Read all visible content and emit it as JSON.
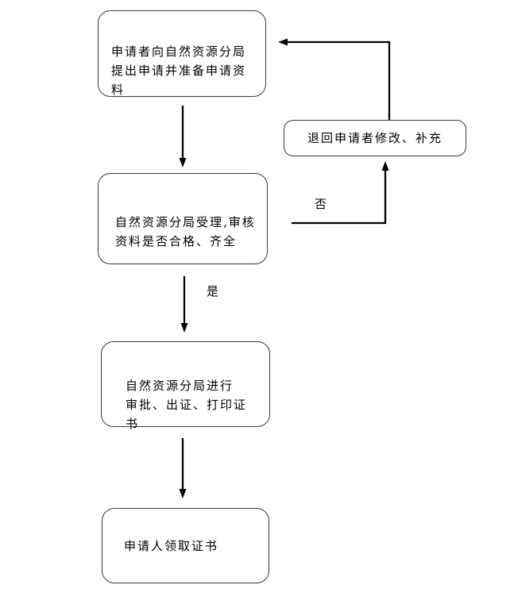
{
  "diagram": {
    "type": "flowchart",
    "background": "#ffffff",
    "line_color": "#000000",
    "nodes": {
      "apply": {
        "label": "申请者向自然资源分局\n提出申请并准备申请资\n料",
        "shape": "rounded-rectangle"
      },
      "return": {
        "label": "退回申请者修改、补充",
        "shape": "rounded-rectangle"
      },
      "review": {
        "label": "自然资源分局受理,审核\n资料是否合格、齐全",
        "shape": "rounded-rectangle"
      },
      "approve": {
        "label": "自然资源分局进行\n审批、出证、打印证\n书",
        "shape": "rounded-rectangle"
      },
      "receive": {
        "label": "申请人领取证书",
        "shape": "rounded-rectangle"
      }
    },
    "edge_labels": {
      "no": "否",
      "yes": "是"
    },
    "edges": [
      {
        "from": "apply",
        "to": "review",
        "label": ""
      },
      {
        "from": "review",
        "to": "return",
        "label": "否"
      },
      {
        "from": "return",
        "to": "apply",
        "label": ""
      },
      {
        "from": "review",
        "to": "approve",
        "label": "是"
      },
      {
        "from": "approve",
        "to": "receive",
        "label": ""
      }
    ]
  }
}
